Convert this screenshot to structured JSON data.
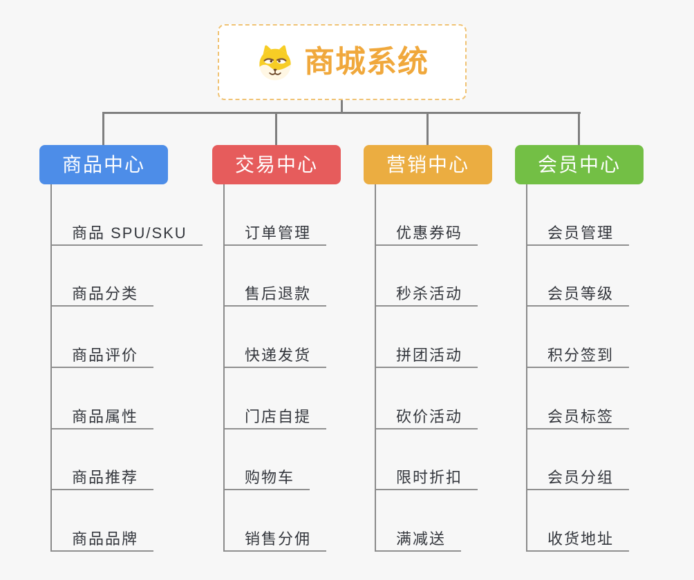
{
  "root": {
    "title": "商城系统",
    "icon": "doge-icon",
    "title_color": "#f0a83c",
    "border_color": "#f0c272"
  },
  "connector_color": "#7f7f7f",
  "branches": [
    {
      "label": "商品中心",
      "color": "#4d8de8",
      "children": [
        "商品 SPU/SKU",
        "商品分类",
        "商品评价",
        "商品属性",
        "商品推荐",
        "商品品牌"
      ]
    },
    {
      "label": "交易中心",
      "color": "#e65c5c",
      "children": [
        "订单管理",
        "售后退款",
        "快递发货",
        "门店自提",
        "购物车",
        "销售分佣"
      ]
    },
    {
      "label": "营销中心",
      "color": "#ebad41",
      "children": [
        "优惠券码",
        "秒杀活动",
        "拼团活动",
        "砍价活动",
        "限时折扣",
        "满减送"
      ]
    },
    {
      "label": "会员中心",
      "color": "#73bf45",
      "children": [
        "会员管理",
        "会员等级",
        "积分签到",
        "会员标签",
        "会员分组",
        "收货地址"
      ]
    }
  ]
}
